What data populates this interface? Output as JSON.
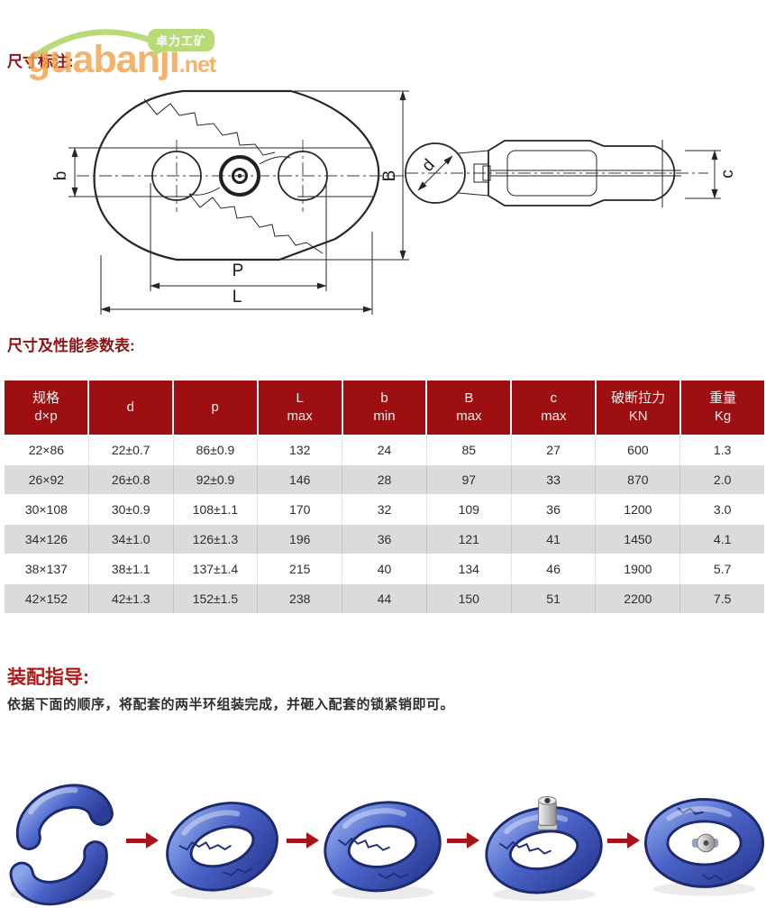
{
  "logo": {
    "brand": "guabanji",
    "tld": ".net",
    "bubble": "卓力工矿"
  },
  "headings": {
    "dimension": "尺寸标注:",
    "spec_table": "尺寸及性能参数表:",
    "assembly": "装配指导:"
  },
  "assembly": {
    "instruction": "依据下面的顺序，将配套的两半环组装完成，并砸入配套的锁紧销即可。",
    "step_count": 5
  },
  "drawing": {
    "front_labels": {
      "b": "b",
      "B": "B",
      "P": "P",
      "L": "L"
    },
    "side_labels": {
      "d": "d",
      "c": "c"
    }
  },
  "table": {
    "headers": [
      [
        "规格",
        "d×p"
      ],
      [
        "d"
      ],
      [
        "p"
      ],
      [
        "L",
        "max"
      ],
      [
        "b",
        "min"
      ],
      [
        "B",
        "max"
      ],
      [
        "c",
        "max"
      ],
      [
        "破断拉力",
        "KN"
      ],
      [
        "重量",
        "Kg"
      ]
    ],
    "rows": [
      [
        "22×86",
        "22±0.7",
        "86±0.9",
        "132",
        "24",
        "85",
        "27",
        "600",
        "1.3"
      ],
      [
        "26×92",
        "26±0.8",
        "92±0.9",
        "146",
        "28",
        "97",
        "33",
        "870",
        "2.0"
      ],
      [
        "30×108",
        "30±0.9",
        "108±1.1",
        "170",
        "32",
        "109",
        "36",
        "1200",
        "3.0"
      ],
      [
        "34×126",
        "34±1.0",
        "126±1.3",
        "196",
        "36",
        "121",
        "41",
        "1450",
        "4.1"
      ],
      [
        "38×137",
        "38±1.1",
        "137±1.4",
        "215",
        "40",
        "134",
        "46",
        "1900",
        "5.7"
      ],
      [
        "42×152",
        "42±1.3",
        "152±1.5",
        "238",
        "44",
        "150",
        "51",
        "2200",
        "7.5"
      ]
    ]
  },
  "colors": {
    "heading_red": "#8E1418",
    "assembly_heading_red": "#B21A1A",
    "table_header_red": "#9D0F10",
    "table_alt_row": "#DBDBDB",
    "arrow_red": "#A6131A",
    "logo_orange": "#F2A24B",
    "logo_green": "#A9D45A",
    "drawing_line": "#262626",
    "text_dark": "#2F2F2F"
  }
}
